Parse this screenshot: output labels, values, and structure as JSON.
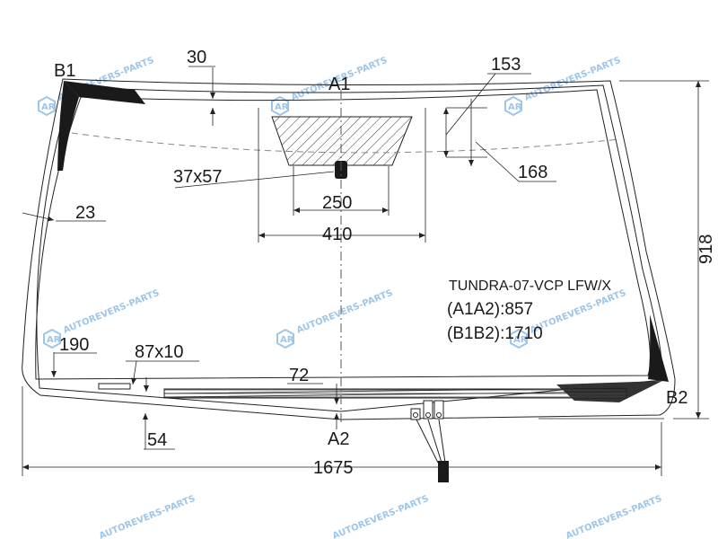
{
  "part": {
    "code": "TUNDRA-07-VCP  LFW/X",
    "a1a2": "(A1A2):857",
    "b1b2": "(B1B2):1710"
  },
  "points": {
    "a1": "A1",
    "a2": "A2",
    "b1": "B1",
    "b2": "B2"
  },
  "dimensions": {
    "d30": "30",
    "d153": "153",
    "d168": "168",
    "d37x57": "37x57",
    "d250": "250",
    "d410": "410",
    "d23": "23",
    "d918": "918",
    "d190": "190",
    "d87x10": "87x10",
    "d72": "72",
    "d54": "54",
    "d1675": "1675"
  },
  "watermark": {
    "text": "AUTOREVERS-PARTS",
    "logo": "AR"
  },
  "colors": {
    "line": "#222222",
    "watermark": "#9ec6e8",
    "black_print": "#1a1a1a"
  }
}
